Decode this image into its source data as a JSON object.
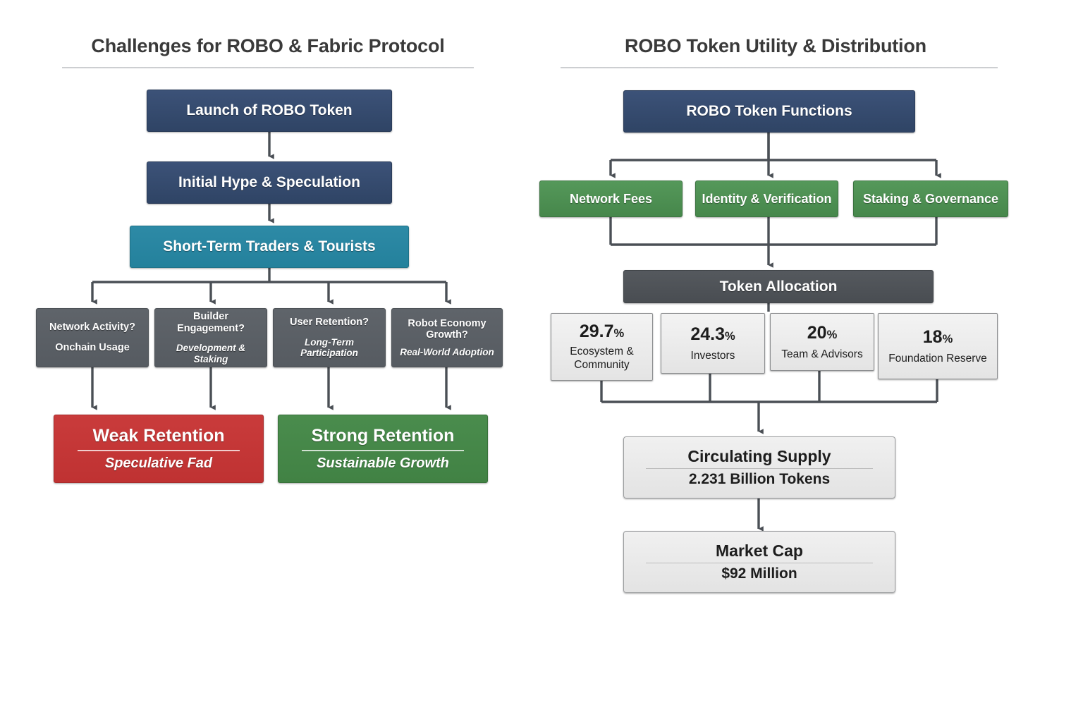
{
  "left": {
    "title": "Challenges for ROBO & Fabric Protocol",
    "flow": {
      "launch": "Launch of ROBO Token",
      "hype": "Initial Hype & Speculation",
      "traders": "Short-Term Traders & Tourists"
    },
    "questions": [
      {
        "q": "Network Activity?",
        "sub": "Onchain Usage",
        "sub_italic": false
      },
      {
        "q": "Builder Engagement?",
        "sub": "Development & Staking",
        "sub_italic": true
      },
      {
        "q": "User Retention?",
        "sub": "Long-Term Participation",
        "sub_italic": true
      },
      {
        "q": "Robot Economy Growth?",
        "sub": "Real-World Adoption",
        "sub_italic": true
      }
    ],
    "outcomes": [
      {
        "title": "Weak Retention",
        "sub": "Speculative Fad",
        "color": "#bf3232"
      },
      {
        "title": "Strong Retention",
        "sub": "Sustainable Growth",
        "color": "#418244"
      }
    ]
  },
  "right": {
    "title": "ROBO Token Utility & Distribution",
    "root": "ROBO Token Functions",
    "functions": [
      "Network Fees",
      "Identity & Verification",
      "Staking & Governance"
    ],
    "allocation_header": "Token Allocation",
    "allocation": [
      {
        "pct": "29.7",
        "sym": "%",
        "label": "Ecosystem & Community"
      },
      {
        "pct": "24.3",
        "sym": "%",
        "label": "Investors"
      },
      {
        "pct": "20",
        "sym": "%",
        "label": "Team & Advisors"
      },
      {
        "pct": "18",
        "sym": "%",
        "label": "Foundation Reserve"
      }
    ],
    "supply": {
      "title": "Circulating Supply",
      "value": "2.231 Billion Tokens"
    },
    "marketcap": {
      "title": "Market Cap",
      "value": "$92 Million"
    }
  },
  "colors": {
    "navy": "#2f4465",
    "teal": "#24819c",
    "gray": "#565b61",
    "slate": "#494d52",
    "red": "#bf3232",
    "green": "#418244",
    "green_light": "#46874b",
    "card": "#e4e4e4",
    "wire": "#4a4f55",
    "title_text": "#3a3a3a"
  }
}
